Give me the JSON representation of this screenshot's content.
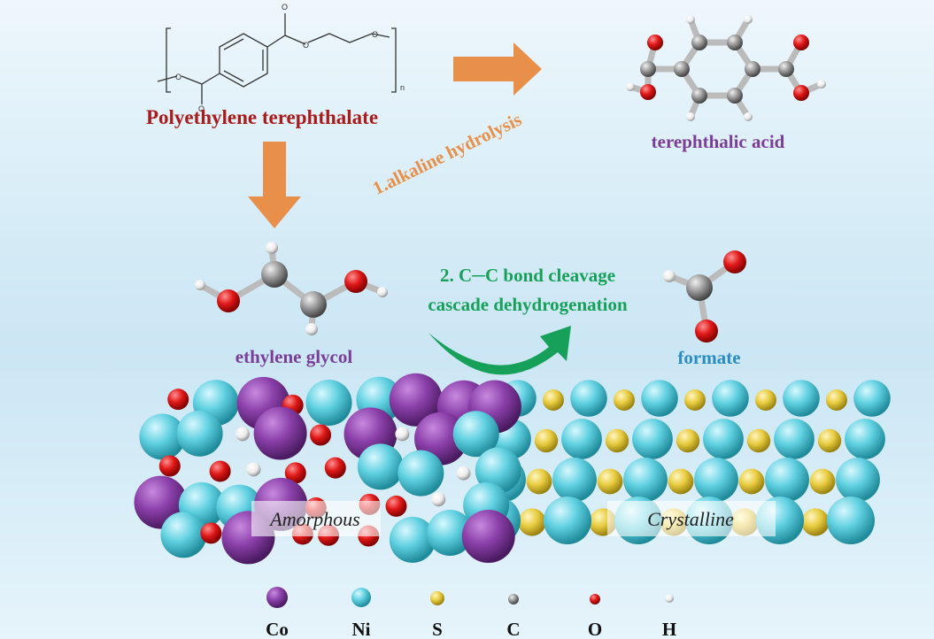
{
  "polymer": {
    "name": "Polyethylene terephthalate",
    "atom_o": "O",
    "repeat": "n"
  },
  "step1": {
    "label": "1.alkaline hydrolysis"
  },
  "product1": {
    "name": "terephthalic acid"
  },
  "intermediate": {
    "name": "ethylene glycol"
  },
  "step2": {
    "line1": "2. C─C bond cleavage",
    "line2": "cascade dehydrogenation"
  },
  "product2": {
    "name": "formate"
  },
  "catalyst": {
    "left_phase": "Amorphous",
    "right_phase": "Crystalline"
  },
  "legend": [
    {
      "element": "Co",
      "color": "#8a3fa8"
    },
    {
      "element": "Ni",
      "color": "#5fd0e0"
    },
    {
      "element": "S",
      "color": "#e8d04a"
    },
    {
      "element": "C",
      "color": "#8a8a8a"
    },
    {
      "element": "O",
      "color": "#d81818"
    },
    {
      "element": "H",
      "color": "#f0f0f0"
    }
  ],
  "colors": {
    "pet_label": "#a81c1c",
    "product_label": "#7a3e9a",
    "step2": "#17a05a",
    "formate": "#2a8cc4",
    "arrow_orange": "#e8904a"
  }
}
